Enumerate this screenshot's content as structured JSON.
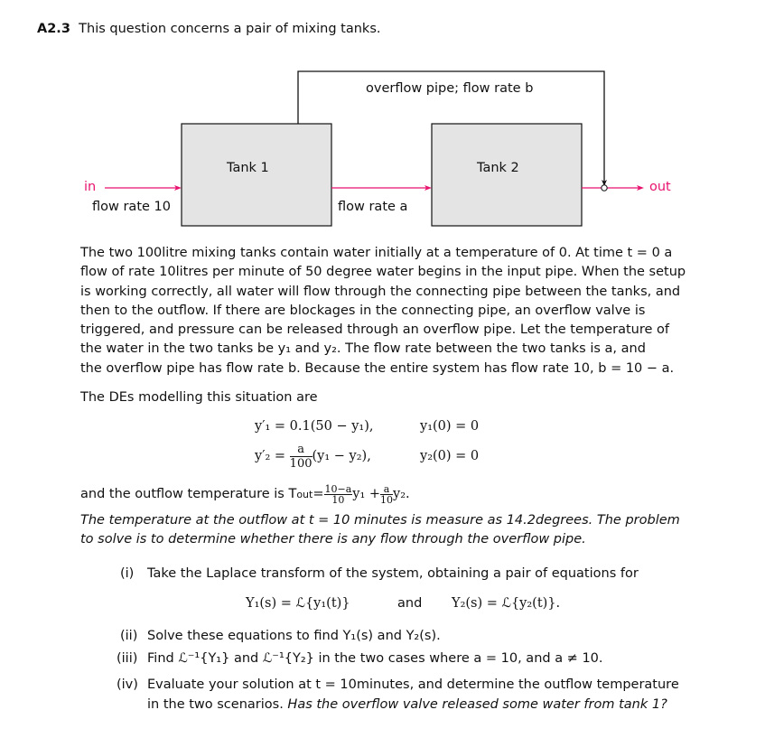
{
  "question": {
    "label": "A2.3",
    "intro": "This question concerns a pair of mixing tanks."
  },
  "diagram": {
    "overflow_label": "overflow pipe; flow rate b",
    "tank1": "Tank 1",
    "tank2": "Tank 2",
    "in_label": "in",
    "flow_in_label": "flow rate 10",
    "flow_a_label": "flow rate a",
    "out_label": "out",
    "colors": {
      "pipe": "#e8136f",
      "tank_fill": "#e4e4e4",
      "line": "#111111"
    }
  },
  "paragraph": [
    "The two 100litre mixing tanks contain water initially at a temperature of 0. At time t = 0 a",
    "flow of rate 10litres per minute of 50 degree water begins in the input pipe. When the setup",
    "is working correctly, all water will flow through the connecting pipe between the tanks, and",
    "then to the outflow. If there are blockages in the connecting pipe, an overflow valve is",
    "triggered, and pressure can be released through an overflow pipe. Let the temperature of",
    "the water in the two tanks be y₁ and y₂. The flow rate between the two tanks is a, and",
    "the overflow pipe has flow rate b. Because the entire system has flow rate 10, b = 10 − a."
  ],
  "des_intro": "The DEs modelling this situation are",
  "equations": {
    "eq1_lhs": "y′₁ = 0.1(50 − y₁),",
    "eq1_ic": "y₁(0) = 0",
    "eq2_prefix": "y′₂ =",
    "eq2_num": "a",
    "eq2_den": "100",
    "eq2_rest": "(y₁ − y₂),",
    "eq2_ic": "y₂(0) = 0"
  },
  "outflow": {
    "prefix": "and the outflow temperature is T",
    "sub": "out",
    "eq": " = ",
    "frac1_num": "10−a",
    "frac1_den": "10",
    "mid": "y₁ + ",
    "frac2_num": "a",
    "frac2_den": "10",
    "end": "y₂."
  },
  "italic_lines": [
    "The temperature at the outflow at t = 10 minutes is measure as 14.2degrees. The problem",
    "to solve is to determine whether there is any flow through the overflow pipe."
  ],
  "parts": {
    "i_label": "(i)",
    "i_text": "Take the Laplace transform of the system, obtaining a pair of equations for",
    "i_eq_left": "Y₁(s) = ℒ{y₁(t)}",
    "i_eq_and": "and",
    "i_eq_right": "Y₂(s) = ℒ{y₂(t)}.",
    "ii_label": "(ii)",
    "ii_text": "Solve these equations to find Y₁(s) and Y₂(s).",
    "iii_label": "(iii)",
    "iii_text": "Find ℒ⁻¹{Y₁} and ℒ⁻¹{Y₂} in the two cases where a = 10, and a ≠ 10.",
    "iv_label": "(iv)",
    "iv_text1": "Evaluate your solution at t = 10minutes, and determine the outflow temperature",
    "iv_text2_plain": "in the two scenarios. ",
    "iv_text2_italic": "Has the overflow valve released some water from tank 1?"
  }
}
